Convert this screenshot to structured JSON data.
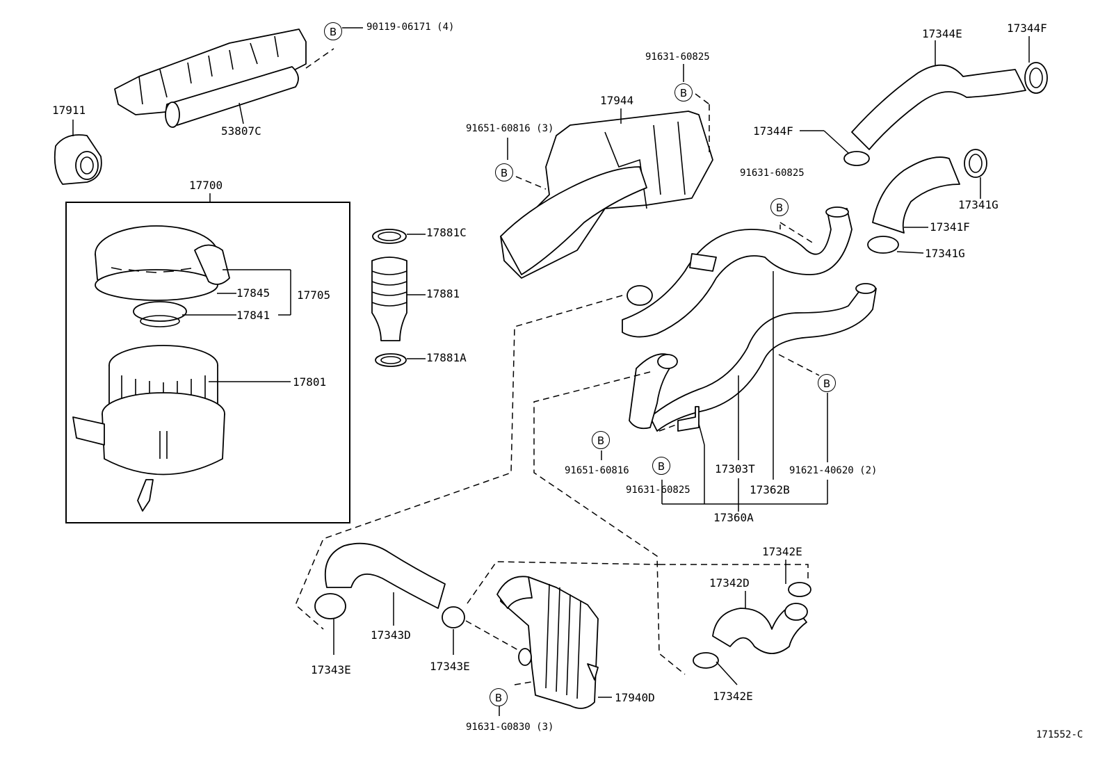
{
  "bolt_symbol": "B",
  "labels": {
    "p90119": "90119-06171 (4)",
    "p53807C": "53807C",
    "p17911": "17911",
    "p17700": "17700",
    "p17845": "17845",
    "p17705": "17705",
    "p17841": "17841",
    "p17801": "17801",
    "p17881C": "17881C",
    "p17881": "17881",
    "p17881A": "17881A",
    "p91631_top": "91631-60825",
    "p17944": "17944",
    "p91651_3": "91651-60816 (3)",
    "p17344E": "17344E",
    "p17344F_top": "17344F",
    "p17344F_mid": "17344F",
    "p91631_mid": "91631-60825",
    "p17341G_top": "17341G",
    "p17341F": "17341F",
    "p17341G_bot": "17341G",
    "p91651_low": "91651-60816",
    "p91631_low": "91631-60825",
    "p17303T": "17303T",
    "p91621": "91621-40620 (2)",
    "p17362B": "17362B",
    "p17360A": "17360A",
    "p17342E_top": "17342E",
    "p17342D": "17342D",
    "p17342E_bot": "17342E",
    "p17343D": "17343D",
    "p17343E_left": "17343E",
    "p17343E_right": "17343E",
    "p17940D": "17940D",
    "p91631_G": "91631-G0830 (3)",
    "p_code": "171552-C"
  }
}
